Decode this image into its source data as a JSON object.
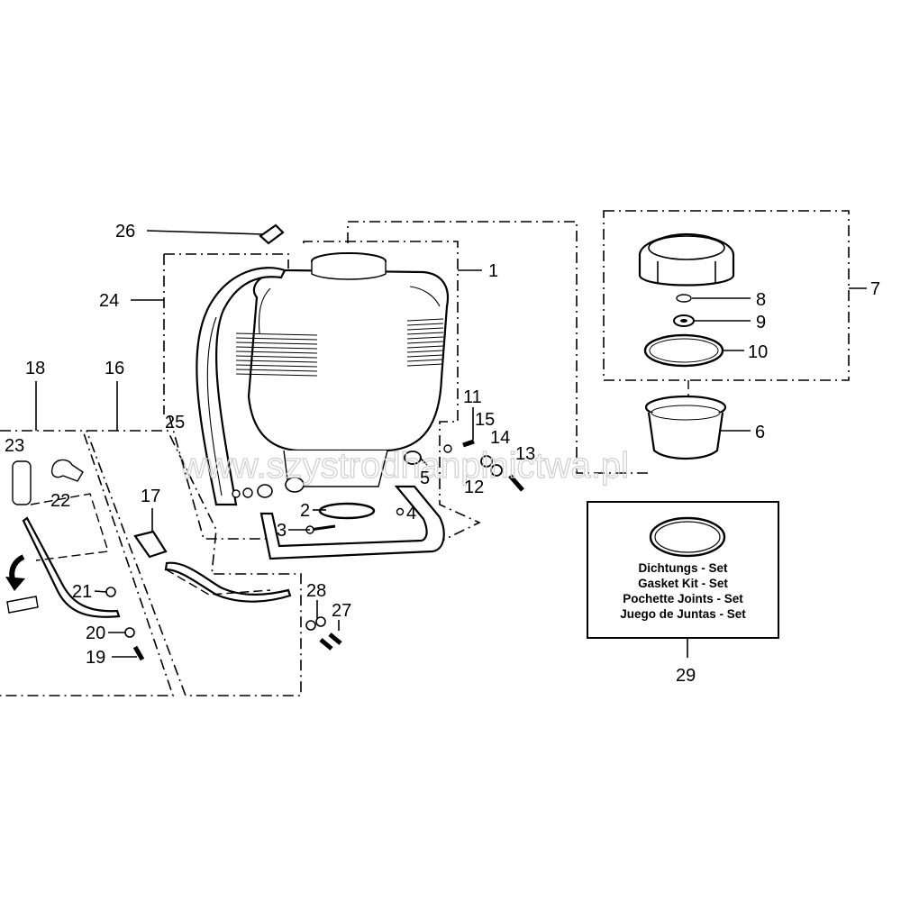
{
  "watermark": "www.szystrodhanplnictwa.pl",
  "callouts": [
    {
      "id": "c1",
      "text": "1"
    },
    {
      "id": "c2",
      "text": "2"
    },
    {
      "id": "c3",
      "text": "3"
    },
    {
      "id": "c4",
      "text": "4"
    },
    {
      "id": "c5",
      "text": "5"
    },
    {
      "id": "c6",
      "text": "6"
    },
    {
      "id": "c7",
      "text": "7"
    },
    {
      "id": "c8",
      "text": "8"
    },
    {
      "id": "c9",
      "text": "9"
    },
    {
      "id": "c10",
      "text": "10"
    },
    {
      "id": "c11",
      "text": "11"
    },
    {
      "id": "c12",
      "text": "12"
    },
    {
      "id": "c13",
      "text": "13"
    },
    {
      "id": "c14",
      "text": "14"
    },
    {
      "id": "c15",
      "text": "15"
    },
    {
      "id": "c16",
      "text": "16"
    },
    {
      "id": "c17",
      "text": "17"
    },
    {
      "id": "c18",
      "text": "18"
    },
    {
      "id": "c19",
      "text": "19"
    },
    {
      "id": "c20",
      "text": "20"
    },
    {
      "id": "c21",
      "text": "21"
    },
    {
      "id": "c22",
      "text": "22"
    },
    {
      "id": "c23",
      "text": "23"
    },
    {
      "id": "c24",
      "text": "24"
    },
    {
      "id": "c25",
      "text": "25"
    },
    {
      "id": "c26",
      "text": "26"
    },
    {
      "id": "c27",
      "text": "27"
    },
    {
      "id": "c28",
      "text": "28"
    },
    {
      "id": "c29",
      "text": "29"
    }
  ],
  "kit_box": {
    "line1": "Dichtungs - Set",
    "line2": "Gasket Kit - Set",
    "line3": "Pochette Joints - Set",
    "line4": "Juego de Juntas - Set"
  }
}
